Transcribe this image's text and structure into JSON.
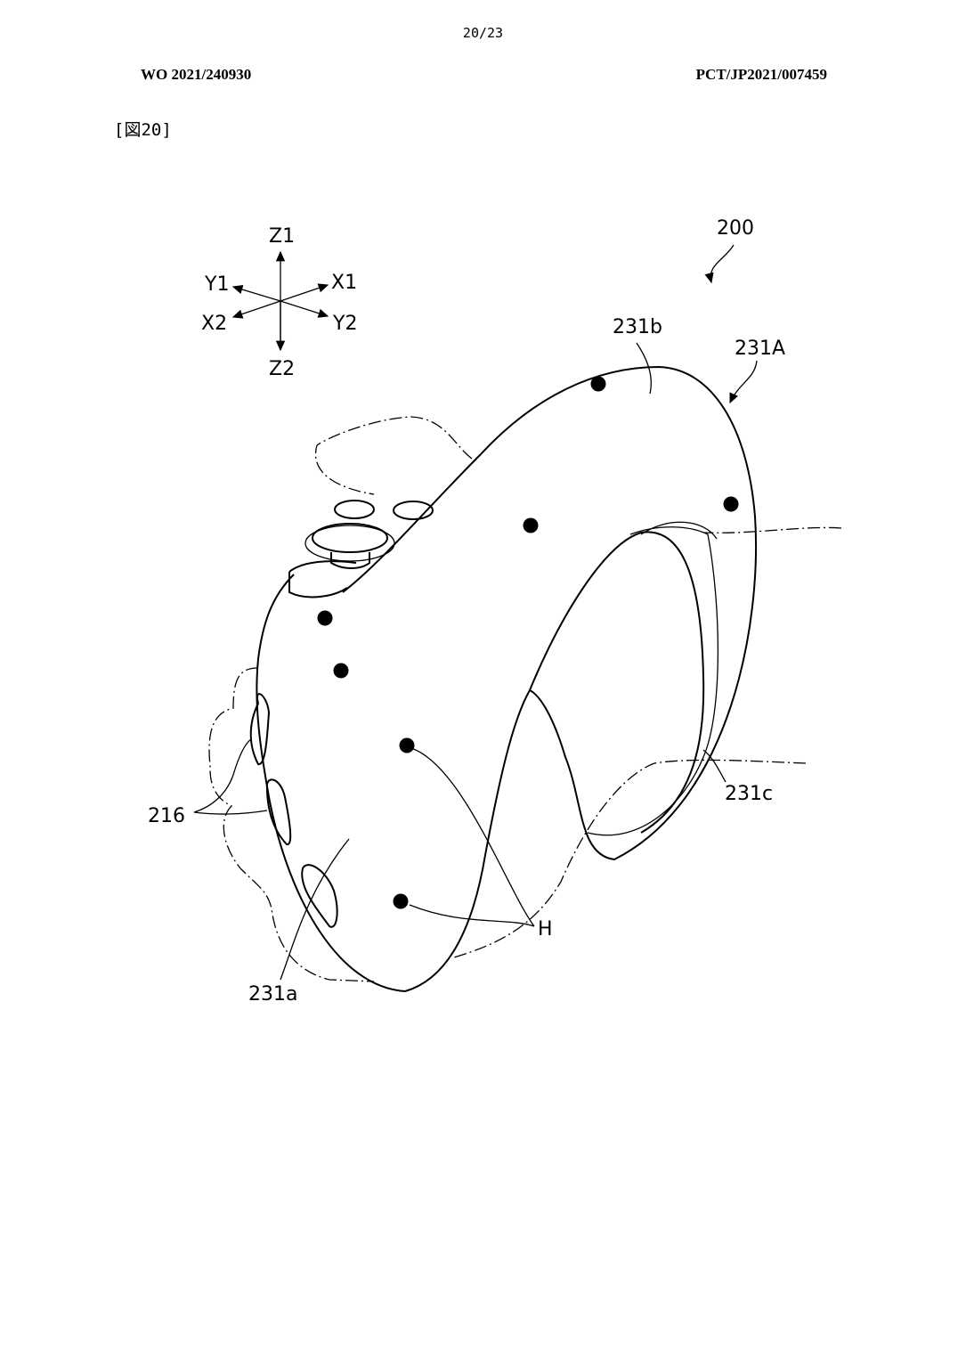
{
  "header": {
    "page_number": "20/23",
    "publication_number": "WO 2021/240930",
    "application_number": "PCT/JP2021/007459"
  },
  "figure": {
    "label": "[図20]",
    "axes": {
      "z1": "Z1",
      "z2": "Z2",
      "x1": "X1",
      "x2": "X2",
      "y1": "Y1",
      "y2": "Y2"
    },
    "reference_labels": {
      "device": "200",
      "part_231b": "231b",
      "part_231A": "231A",
      "part_231c": "231c",
      "part_216": "216",
      "markers": "H",
      "part_231a": "231a"
    }
  }
}
